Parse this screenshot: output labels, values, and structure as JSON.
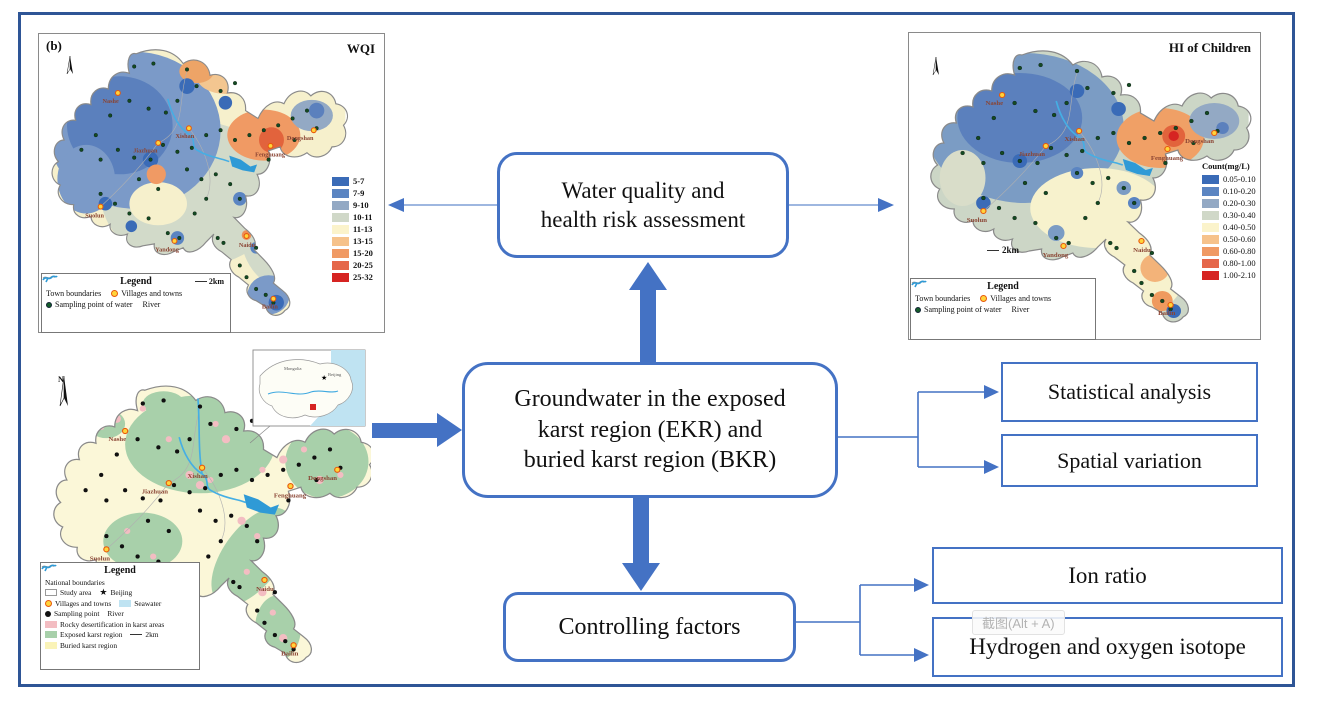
{
  "panel_label": "(b)",
  "watermark": "截图(Alt + A)",
  "colors": {
    "accent": "#4472c4",
    "frame_border": "#2e5596",
    "ramp": [
      "#3a6bb7",
      "#5b85c2",
      "#93a9c4",
      "#d0d8c8",
      "#fbf3cb",
      "#f6c28b",
      "#f09a64",
      "#e5674a",
      "#d62422"
    ]
  },
  "towns": [
    "Nashe",
    "Xishan",
    "Jiazhuan",
    "Dongshan",
    "Fenghuang",
    "Suolun",
    "Yandong",
    "Naidu",
    "Bailin"
  ],
  "wqi_map": {
    "title": "WQI",
    "scale_label": "2km",
    "classes": [
      "5-7",
      "7-9",
      "9-10",
      "10-11",
      "11-13",
      "13-15",
      "15-20",
      "20-25",
      "25-32"
    ],
    "legend": {
      "title": "Legend",
      "items": [
        "Town boundaries",
        "Villages and towns",
        "Sampling point of water",
        "River"
      ]
    }
  },
  "hi_map": {
    "title": "HI of Children",
    "classes_title": "Count(mg/L)",
    "scale_label": "2km",
    "classes": [
      "0.05-0.10",
      "0.10-0.20",
      "0.20-0.30",
      "0.30-0.40",
      "0.40-0.50",
      "0.50-0.60",
      "0.60-0.80",
      "0.80-1.00",
      "1.00-2.10"
    ],
    "legend": {
      "title": "Legend",
      "items": [
        "Town boundaries",
        "Villages and towns",
        "Sampling point of water",
        "River"
      ]
    }
  },
  "study_map": {
    "north_label": "N",
    "scale_label": "2km",
    "legend": {
      "title": "Legend",
      "items": [
        "National boundaries",
        "Study area",
        "Beijing",
        "Villages and towns",
        "Seawater",
        "Sampling point",
        "River",
        "Rocky desertification in karst areas",
        "Exposed karst region",
        "Buried karst region"
      ]
    },
    "inset": {
      "labels": [
        "Mongolia",
        "Beijing"
      ]
    }
  },
  "flowchart": {
    "assessment_box": {
      "lines": [
        "Water quality and",
        "health risk assessment"
      ]
    },
    "groundwater_box": {
      "lines": [
        "Groundwater in the exposed",
        "karst region (EKR) and",
        "buried karst region (BKR)"
      ]
    },
    "controlling_box": {
      "label": "Controlling factors"
    },
    "statistical_box": {
      "label": "Statistical analysis"
    },
    "spatial_box": {
      "label": "Spatial variation"
    },
    "ion_box": {
      "label": "Ion ratio"
    },
    "isotope_box": {
      "label": "Hydrogen and oxygen isotope"
    }
  }
}
